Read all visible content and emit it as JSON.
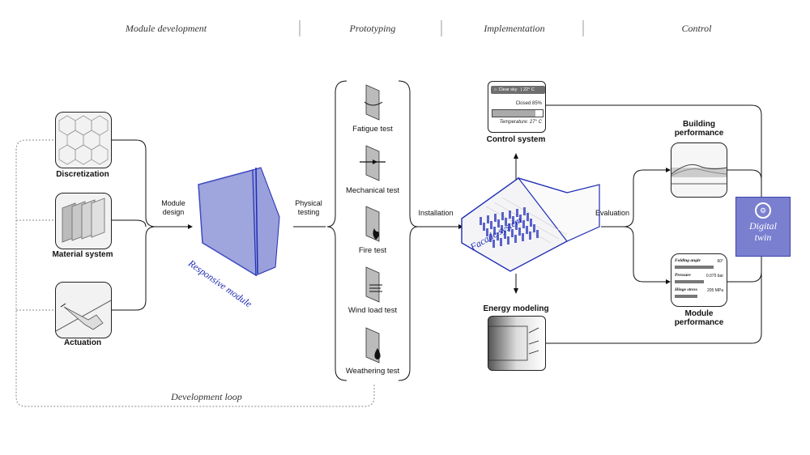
{
  "phases": [
    "Module development",
    "Prototyping",
    "Implementation",
    "Control"
  ],
  "inputs": {
    "discretization": "Discretization",
    "material_system": "Material system",
    "actuation": "Actuation"
  },
  "module_design": "Module\ndesign",
  "responsive_module": "Responsive module",
  "physical_testing": "Physical\ntesting",
  "tests": [
    "Fatigue test",
    "Mechanical test",
    "Fire test",
    "Wind load test",
    "Weathering test"
  ],
  "installation": "Installation",
  "facade_system": "Facade system",
  "control_system": {
    "label": "Control system",
    "weather": "Clear sky",
    "temp_top": "22° C",
    "status": "Closed 85%",
    "temperature": "Temperature: 27° C",
    "level": 0.85
  },
  "energy_modeling": "Energy modeling",
  "evaluation": "Evaluation",
  "building_performance": "Building\nperformance",
  "module_performance": {
    "label": "Module\nperformance",
    "rows": [
      {
        "name": "Folding angle",
        "value": "60°"
      },
      {
        "name": "Pressure",
        "value": "0.075 bar"
      },
      {
        "name": "Hinge stress",
        "value": "205 MPa"
      }
    ]
  },
  "digital_twin": "Digital\ntwin",
  "development_loop": "Development loop",
  "colors": {
    "accent": "#1e2cb4",
    "twin": "#7a7fd0",
    "module_fill": "#8f96d8"
  },
  "icons": [
    "fatigue-icon",
    "mechanical-icon",
    "fire-icon",
    "wind-icon",
    "water-drop-icon",
    "gear-icon"
  ]
}
